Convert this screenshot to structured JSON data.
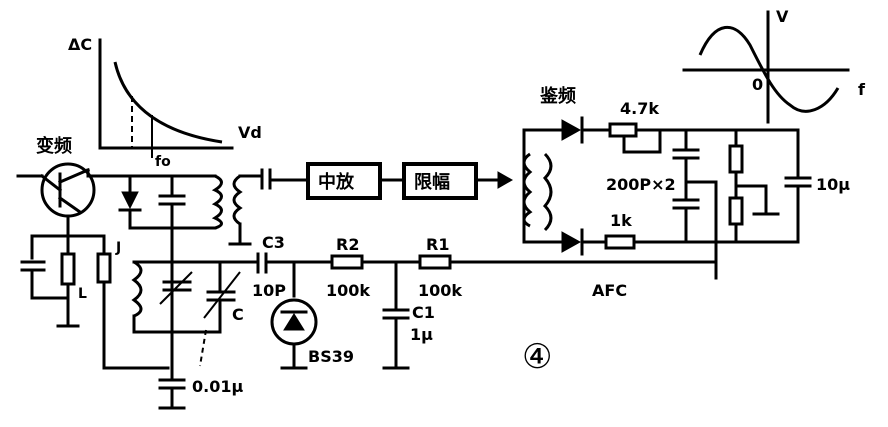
{
  "graph_left": {
    "y_label": "ΔC",
    "x_label": "Vd",
    "marker_label": "fo"
  },
  "graph_right": {
    "y_label": "V",
    "x_label": "f",
    "origin_label": "0"
  },
  "blocks": {
    "mixer": "变频",
    "if_amp": "中放",
    "limiter": "限幅",
    "discriminator": "鉴频"
  },
  "components": {
    "c3": "C3",
    "c3_value": "10P",
    "r2": "R2",
    "r2_value": "100k",
    "r1": "R1",
    "r1_value": "100k",
    "c1": "C1",
    "c1_value": "1μ",
    "varactor": "BS39",
    "bypass_cap": "0.01μ",
    "c_var": "C",
    "emitter_label": "L",
    "coil_label": "J",
    "disc_r_top": "4.7k",
    "disc_r_bottom": "1k",
    "disc_caps": "200P×2",
    "disc_out_cap": "10μ",
    "afc": "AFC"
  },
  "figure_number": "④"
}
